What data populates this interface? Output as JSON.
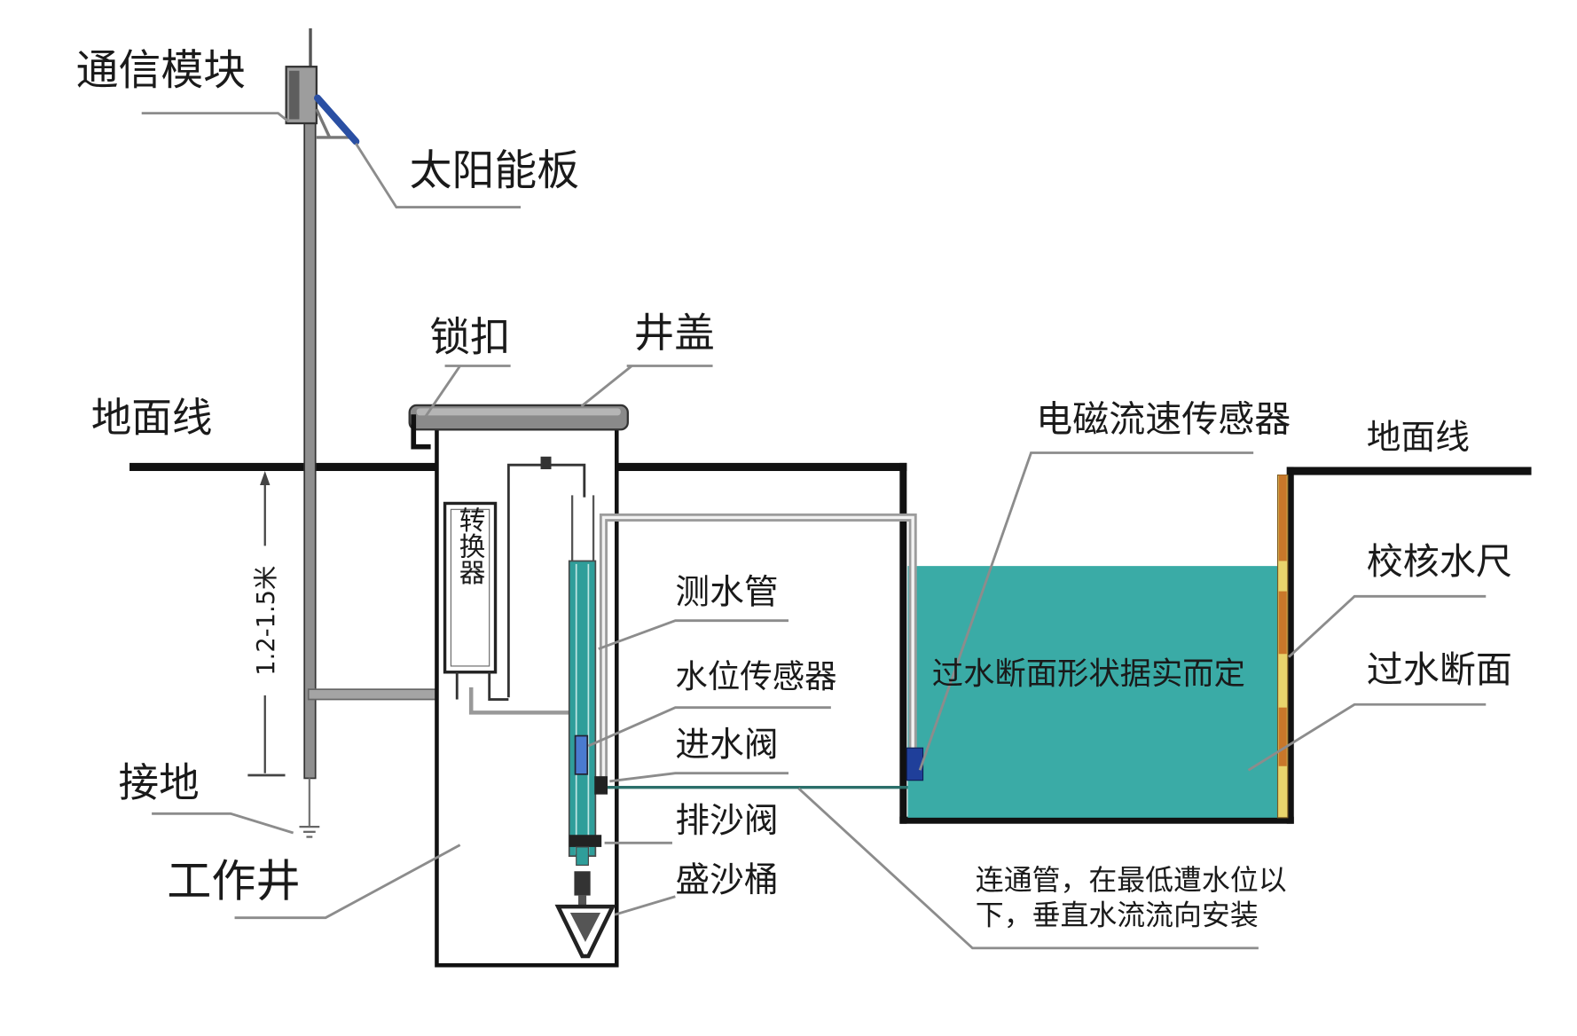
{
  "labels": {
    "comm_module": "通信模块",
    "solar_panel": "太阳能板",
    "lock": "锁扣",
    "well_cover": "井盖",
    "ground_line_left": "地面线",
    "ground_line_right": "地面线",
    "depth": "1.2-1.5米",
    "converter": "转换器",
    "measuring_pipe": "测水管",
    "level_sensor": "水位传感器",
    "inlet_valve": "进水阀",
    "sand_valve": "排沙阀",
    "sand_bucket": "盛沙桶",
    "grounding": "接地",
    "work_well": "工作井",
    "em_sensor": "电磁流速传感器",
    "cross_section_note": "过水断面形状据实而定",
    "check_gauge": "校核水尺",
    "cross_section": "过水断面",
    "connect_pipe_line1": "连通管，在最低遭水位以",
    "connect_pipe_line2": "下，垂直水流流向安装"
  },
  "colors": {
    "water": "#3aaba6",
    "measuring_pipe": "#2f9e9a",
    "solar_panel": "#2a4fa3",
    "em_sensor": "#1f3f9a",
    "gauge_orange": "#c8772a",
    "gauge_yellow": "#e8d46c"
  }
}
